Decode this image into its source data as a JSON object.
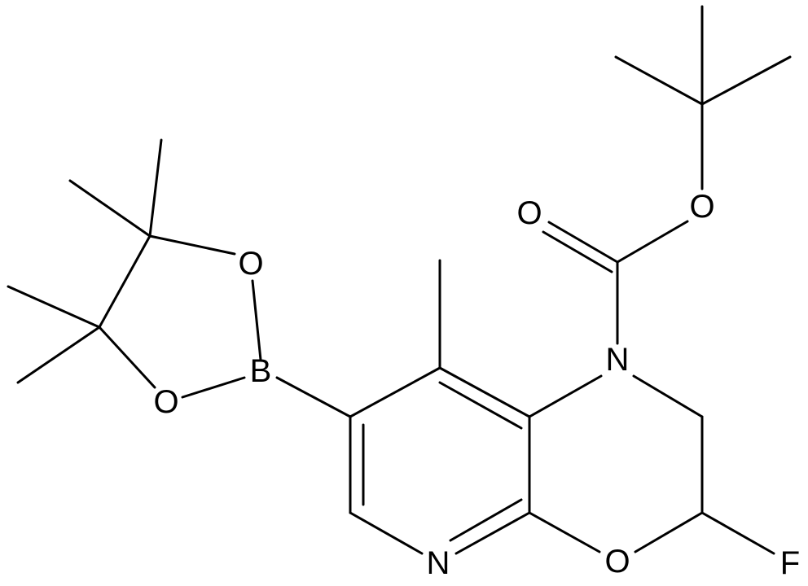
{
  "structure": {
    "atom_labels": {
      "o_carbonyl": "O",
      "o_ester": "O",
      "n_ring": "N",
      "n_pyridine": "N",
      "o_ring": "O",
      "f": "F",
      "b": "B",
      "o_boronate_top": "O",
      "o_boronate_bottom": "O"
    }
  }
}
